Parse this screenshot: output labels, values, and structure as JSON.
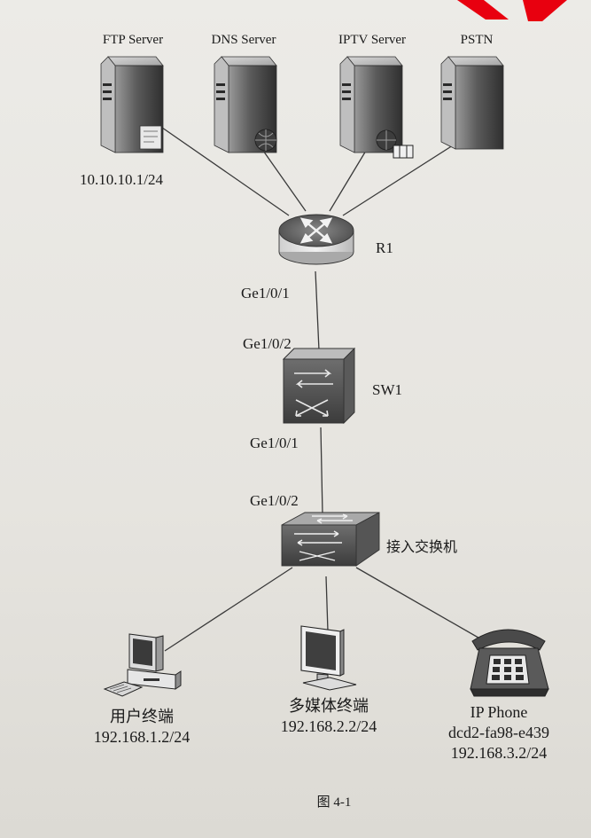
{
  "diagram": {
    "servers": [
      {
        "id": "ftp",
        "label": "FTP Server",
        "ip": "10.10.10.1/24"
      },
      {
        "id": "dns",
        "label": "DNS Server"
      },
      {
        "id": "iptv",
        "label": "IPTV Server"
      },
      {
        "id": "pstn",
        "label": "PSTN"
      }
    ],
    "router": {
      "label": "R1",
      "port_down": "Ge1/0/1"
    },
    "core_switch": {
      "label": "SW1",
      "port_up": "Ge1/0/2",
      "port_down": "Ge1/0/1"
    },
    "access_switch": {
      "label": "接入交换机",
      "port_up": "Ge1/0/2"
    },
    "terminals": [
      {
        "id": "user",
        "lines": [
          "用户终端",
          "192.168.1.2/24"
        ]
      },
      {
        "id": "multimedia",
        "lines": [
          "多媒体终端",
          "192.168.2.2/24"
        ]
      },
      {
        "id": "ipphone",
        "lines": [
          "IP Phone",
          "dcd2-fa98-e439",
          "192.168.3.2/24"
        ]
      }
    ],
    "caption": "图 4-1"
  },
  "colors": {
    "background": "#e9e7e3",
    "line": "#3a3a3a",
    "device_dark": "#4a4a4a",
    "accent_corner": "#e8000f"
  },
  "icons": [
    "server-icon",
    "router-icon",
    "switch-icon",
    "pc-icon",
    "monitor-icon",
    "phone-icon"
  ]
}
